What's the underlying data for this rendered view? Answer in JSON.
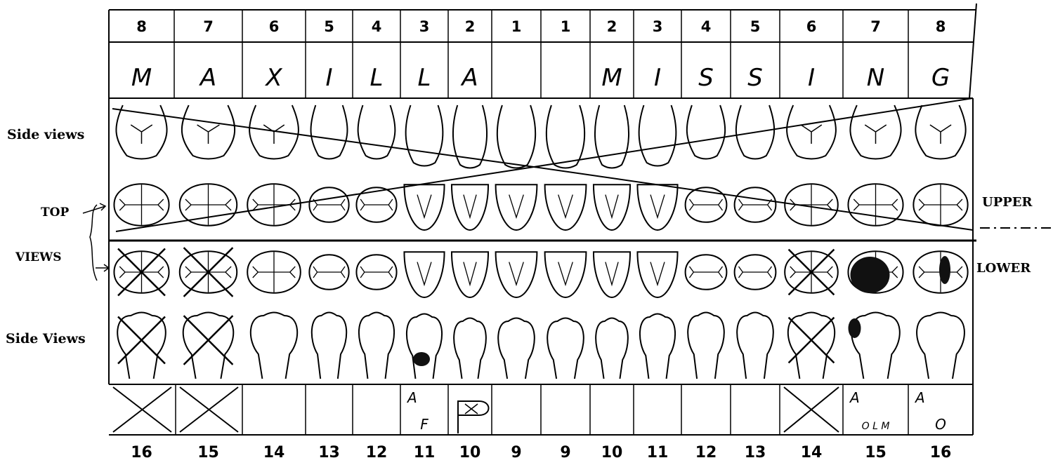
{
  "top_numbers": [
    "8",
    "7",
    "6",
    "5",
    "4",
    "3",
    "2",
    "1",
    "1",
    "2",
    "3",
    "4",
    "5",
    "6",
    "7",
    "8"
  ],
  "bottom_numbers": [
    "16",
    "15",
    "14",
    "13",
    "12",
    "11",
    "10",
    "9",
    "9",
    "10",
    "11",
    "12",
    "13",
    "14",
    "15",
    "16"
  ],
  "upper_letters": [
    "M",
    "A",
    "X",
    "I",
    "L",
    "L",
    "A",
    "",
    "",
    "M",
    "I",
    "S",
    "S",
    "I",
    "N",
    "G"
  ],
  "left_labels": {
    "side_views_upper": "Side views",
    "top": "TOP",
    "views": "VIEWS",
    "side_views_lower": "Side Views"
  },
  "right_labels": {
    "upper": "UPPER",
    "lower": "LOWER"
  },
  "lower_box_marks": [
    {
      "x_mark": true
    },
    {
      "x_mark": true
    },
    {},
    {},
    {},
    {
      "top": "A",
      "bottom": "F"
    },
    {
      "p_mark": "P"
    },
    {},
    {},
    {},
    {},
    {},
    {},
    {
      "x_mark": true
    },
    {
      "top": "A",
      "bottom": "O L M"
    },
    {
      "top": "A",
      "bottom": "O"
    }
  ],
  "teeth": {
    "upper_molars_crossed": false,
    "lower_left_crossed": [
      0,
      1
    ],
    "lower_right_crossed": [
      13
    ]
  }
}
